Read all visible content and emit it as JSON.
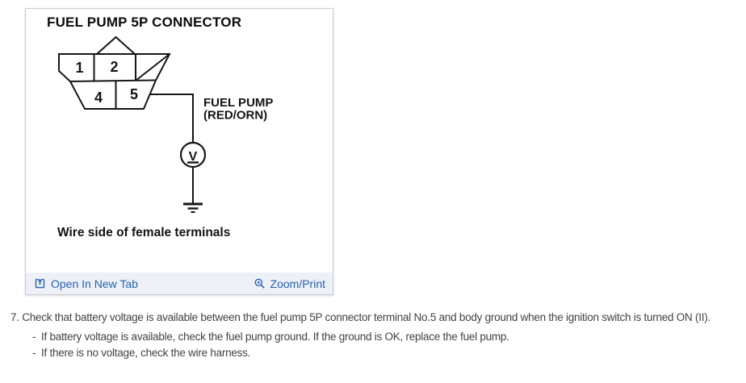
{
  "card": {
    "title": "FUEL PUMP 5P CONNECTOR",
    "diagram": {
      "terminals": [
        "1",
        "2",
        "4",
        "5"
      ],
      "wire_label": [
        "FUEL PUMP",
        "(RED/ORN)"
      ],
      "meter_label": "V",
      "caption": "Wire side of female terminals"
    },
    "footer": {
      "open_in_new_tab": "Open In New Tab",
      "zoom_print": "Zoom/Print"
    }
  },
  "colors": {
    "link": "#2762b3",
    "footer_bg": "#edf0f6",
    "diagram_ink": "#161616",
    "body_text": "#3f4347"
  },
  "instructions": {
    "step": "7. Check that battery voltage is available between the fuel pump 5P connector terminal No.5 and body ground when the ignition switch is turned ON (II).",
    "bullet_marker": "-",
    "bullets": [
      "If battery voltage is available, check the fuel pump ground. If the ground is OK, replace the fuel pump.",
      "If there is no voltage, check the wire harness."
    ]
  }
}
